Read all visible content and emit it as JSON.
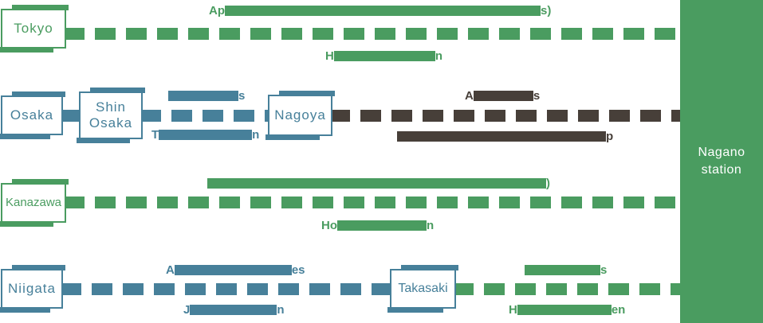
{
  "colors": {
    "green": "#4a9c60",
    "teal": "#47809a",
    "brown": "#473f39",
    "background": "#ffffff",
    "sidebar_text": "#ffffff"
  },
  "sidebar": {
    "title_line1": "Nagano",
    "title_line2": "station"
  },
  "stations": {
    "tokyo": "Tokyo",
    "osaka": "Osaka",
    "shin_osaka_line1": "Shin",
    "shin_osaka_line2": "Osaka",
    "nagoya": "Nagoya",
    "kanazawa": "Kanazawa",
    "niigata": "Niigata",
    "takasaki": "Takasaki"
  },
  "labels": {
    "tokyo_duration": {
      "prefix": "Ap",
      "suffix": "s)",
      "redacted": true
    },
    "tokyo_line": {
      "prefix": "H",
      "suffix": "n",
      "redacted": true
    },
    "shin_nagoya_duration": {
      "prefix": "",
      "suffix": "s",
      "redacted": true
    },
    "shin_nagoya_line": {
      "prefix": "T",
      "suffix": "n",
      "redacted": true
    },
    "nagoya_duration": {
      "prefix": "A",
      "suffix": "s",
      "redacted": true
    },
    "nagoya_line": {
      "prefix": "",
      "suffix": "p",
      "redacted": true
    },
    "kanazawa_duration": {
      "prefix": "",
      "suffix": ")",
      "redacted": true
    },
    "kanazawa_line": {
      "prefix": "Ho",
      "suffix": "n",
      "redacted": true
    },
    "niigata_duration": {
      "prefix": "A",
      "suffix": "es",
      "redacted": true
    },
    "niigata_line": {
      "prefix": "J",
      "suffix": "n",
      "redacted": true
    },
    "takasaki_duration": {
      "prefix": "",
      "suffix": "s",
      "redacted": true
    },
    "takasaki_line": {
      "prefix": "H",
      "suffix": "en",
      "redacted": true
    }
  }
}
